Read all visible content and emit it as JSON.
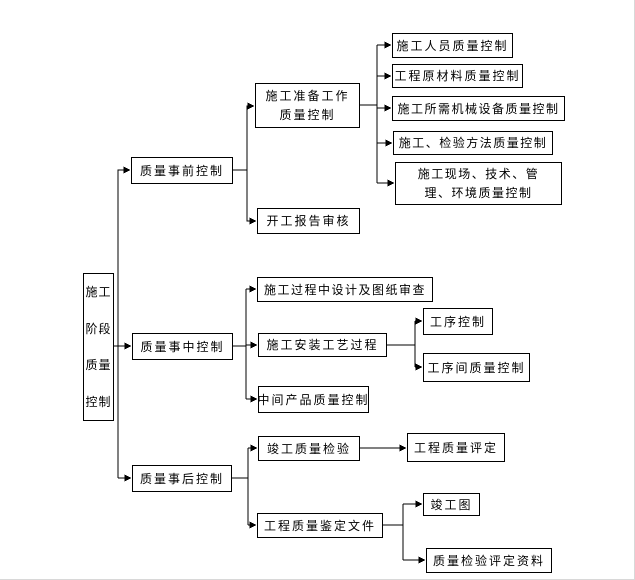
{
  "meta": {
    "diagram_type": "flowchart",
    "language": "zh-CN",
    "colors": {
      "line": "#000000",
      "box_background": "#ffffff",
      "text": "#000000",
      "background": "#ffffff"
    }
  },
  "nodes": {
    "root": {
      "label": "施工阶段质量控制",
      "lines": [
        "施工",
        "阶段",
        "质量",
        "控制"
      ]
    },
    "pre_control": {
      "label": "质量事前控制"
    },
    "mid_control": {
      "label": "质量事中控制"
    },
    "post_control": {
      "label": "质量事后控制"
    },
    "prep_work": {
      "label": "施工准备工作质量控制",
      "lines": [
        "施工准备工作",
        "质量控制"
      ]
    },
    "start_report": {
      "label": "开工报告审核"
    },
    "personnel": {
      "label": "施工人员质量控制"
    },
    "materials": {
      "label": "工程原材料质量控制"
    },
    "machinery": {
      "label": "施工所需机械设备质量控制"
    },
    "methods": {
      "label": "施工、检验方法质量控制"
    },
    "site_env": {
      "label": "施工现场、技术、管理、环境质量控制",
      "lines": [
        "施工现场、技术、管",
        "理、环境质量控制"
      ]
    },
    "design_review": {
      "label": "施工过程中设计及图纸审查"
    },
    "install_process": {
      "label": "施工安装工艺过程"
    },
    "intermediate_product": {
      "label": "中间产品质量控制"
    },
    "process_control": {
      "label": "工序控制"
    },
    "inter_process": {
      "label": "工序间质量控制"
    },
    "completion_inspection": {
      "label": "竣工质量检验"
    },
    "appraisal_documents": {
      "label": "工程质量鉴定文件"
    },
    "quality_assessment": {
      "label": "工程质量评定"
    },
    "as_built_drawing": {
      "label": "竣工图"
    },
    "inspection_records": {
      "label": "质量检验评定资料"
    }
  }
}
